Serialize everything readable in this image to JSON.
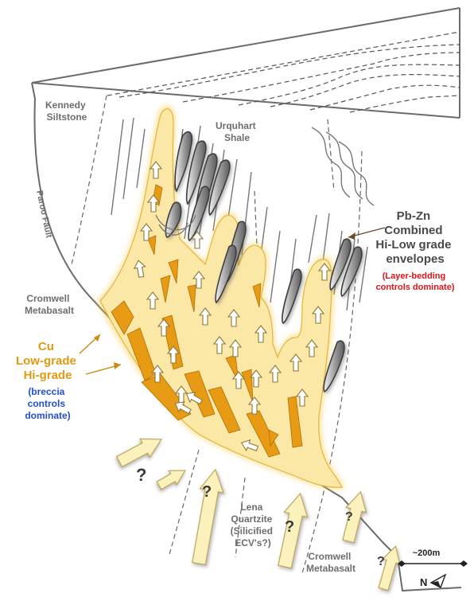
{
  "labels": {
    "kennedy_siltstone": [
      "Kennedy",
      "Siltstone"
    ],
    "urquhart_shale": [
      "Urquhart",
      "Shale"
    ],
    "paroo_fault": "Paroo Fault",
    "cromwell_metabasalt_upper": [
      "Cromwell",
      "Metabasalt"
    ],
    "cromwell_metabasalt_lower": [
      "Cromwell",
      "Metabasalt"
    ],
    "lena_quartzite": [
      "Lena",
      "Quartzite",
      "(Silicified",
      "ECV's?)"
    ]
  },
  "legend_pbzn": {
    "title_lines": [
      "Pb-Zn",
      "Combined",
      "Hi-Low grade",
      "envelopes"
    ],
    "note_lines": [
      "(Layer-bedding",
      "controls dominate)"
    ]
  },
  "legend_cu": {
    "title_lines": [
      "Cu",
      "Low-grade",
      "Hi-grade"
    ],
    "note_lines": [
      "(breccia",
      "controls",
      "dominate)"
    ]
  },
  "question_mark": "?",
  "scale": {
    "label": "~200m"
  },
  "north": {
    "label": "N"
  },
  "colors": {
    "low_grade_cu": "#fbe7a6",
    "low_grade_halo": "#f5c842",
    "hi_grade_cu": "#e79a14",
    "pbzn_lens": "#8d8d8d",
    "fluid_arrow": "#fbf1bd",
    "fluid_arrow_stroke": "#b9a45a",
    "label_grey": "#6d6d6d",
    "cu_label": "#e09a12",
    "breccia_note": "#1f4fd8",
    "layer_note": "#e0161b"
  }
}
